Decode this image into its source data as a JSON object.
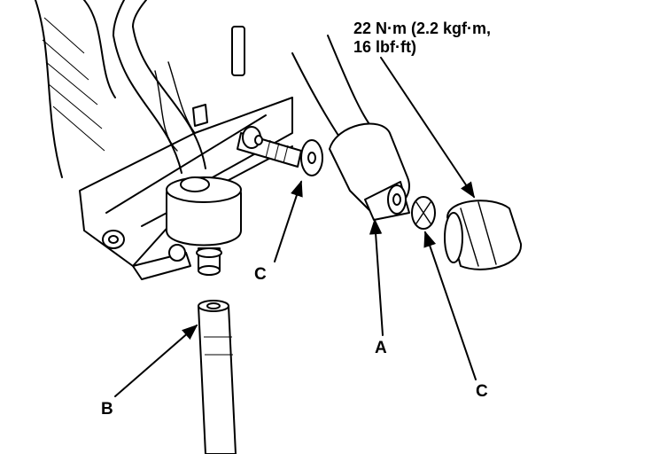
{
  "torque_spec": {
    "line1": "22 N·m (2.2 kgf·m,",
    "line2": "16 lbf·ft)"
  },
  "callouts": {
    "a": "A",
    "b": "B",
    "c_left": "C",
    "c_right": "C"
  }
}
